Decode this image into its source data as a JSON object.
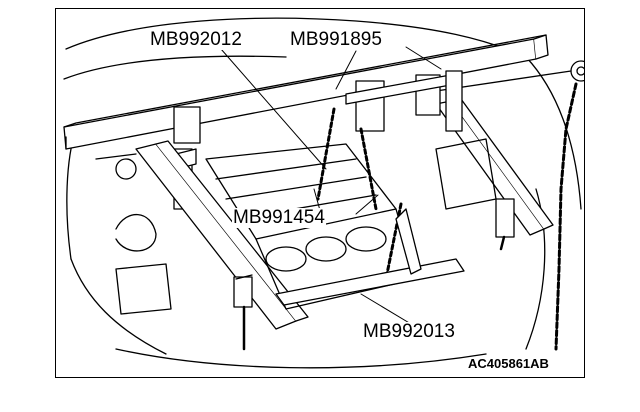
{
  "labels": {
    "mb992012": "MB992012",
    "mb991895": "MB991895",
    "mb991454": "MB991454",
    "mb992013": "MB992013"
  },
  "figure_code": "AC405861AB",
  "colors": {
    "line": "#000000",
    "background": "#ffffff"
  }
}
